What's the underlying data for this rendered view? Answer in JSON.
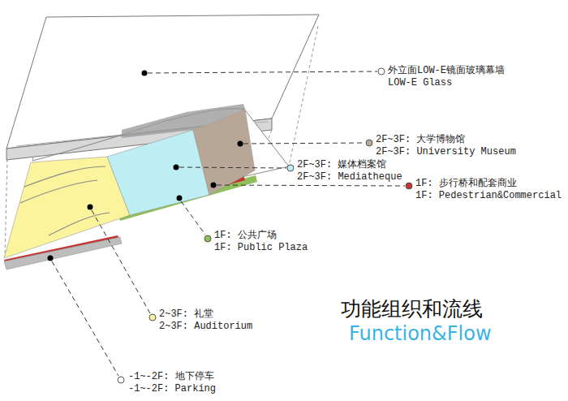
{
  "diagram": {
    "title": "功能组织和流线",
    "labels": [
      "外立面LOW-E镜面玻璃幕墙",
      "LOW-E Glass",
      "2F~3F: 大学博物馆",
      "2F~3F: University Museum",
      "2F~3F: 媒体档案馆",
      "2F~3F: Mediatheque",
      "1F: 步行桥和配套商业",
      "1F: Pedestrian&Commercial",
      "1F: 公共广场",
      "1F: Public Plaza",
      "2~3F: 礼堂",
      "2~3F: Auditorium",
      "-1~-2F: 地下停车",
      "-1~-2F: Parking",
      "Function&Flow"
    ]
  }
}
